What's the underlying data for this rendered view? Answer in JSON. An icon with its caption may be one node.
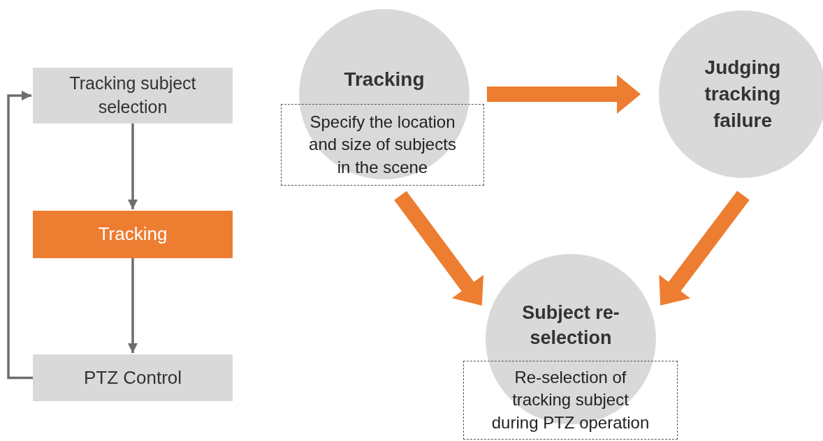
{
  "diagram": {
    "nodes": [
      {
        "text": [
          "Tracking subject selection"
        ]
      },
      {
        "text": [
          "Tracking"
        ]
      },
      {
        "text": [
          "PTZ Control"
        ]
      },
      {
        "text": [
          "Tracking"
        ]
      },
      {
        "text": [
          "Specify the location and size of subjects in the scene"
        ]
      },
      {
        "text": [
          "Judging tracking failure"
        ]
      },
      {
        "text": [
          "Subject re-selection"
        ]
      },
      {
        "text": [
          "Re-selection of tracking subject during PTZ operation"
        ]
      }
    ],
    "edges": [
      {
        "from": 0,
        "to": 1,
        "arrow": "to"
      },
      {
        "from": 1,
        "to": 2,
        "arrow": "to"
      },
      {
        "from": 2,
        "to": 0,
        "arrow": "to"
      },
      {
        "from": 3,
        "to": 5,
        "arrow": "to",
        "style": "thick",
        "color": "#ed7d31"
      },
      {
        "from": 3,
        "to": 6,
        "arrow": "to",
        "style": "thick",
        "color": "#ed7d31"
      },
      {
        "from": 5,
        "to": 6,
        "arrow": "to",
        "style": "thick",
        "color": "#ed7d31"
      }
    ]
  }
}
